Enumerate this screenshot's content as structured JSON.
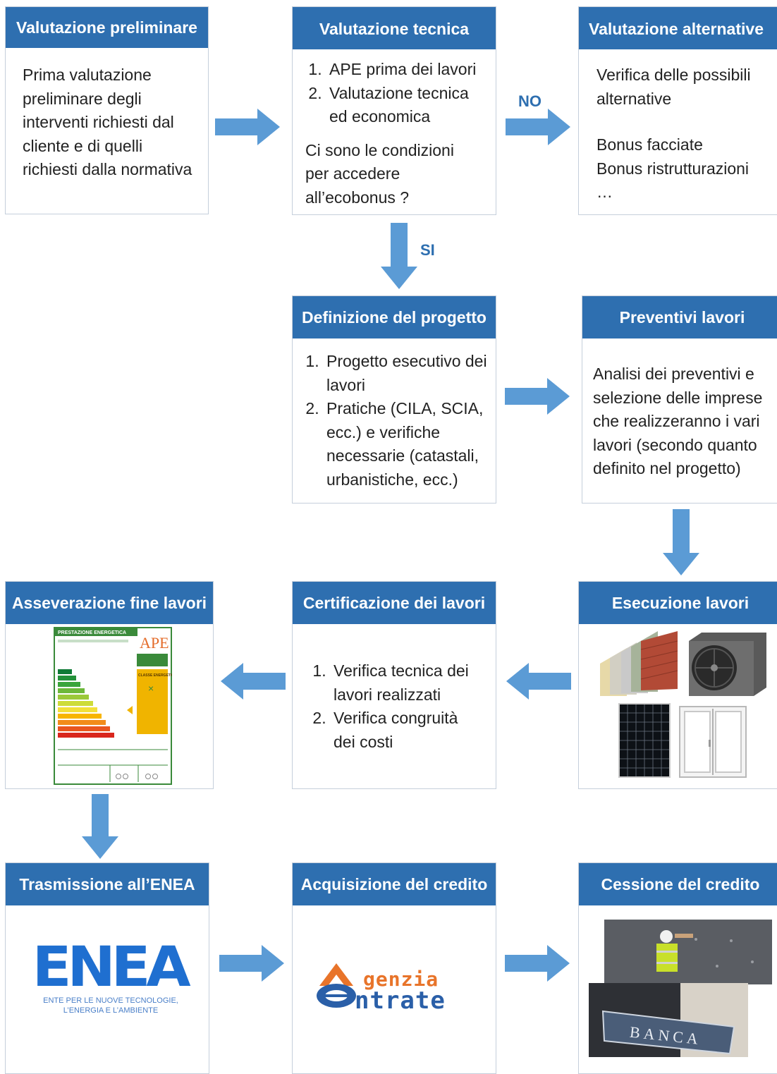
{
  "boxes": {
    "prelim": {
      "title": "Valutazione preliminare",
      "text": "Prima valutazione preliminare degli interventi richiesti dal cliente e di quelli richiesti dalla normativa"
    },
    "tecnica": {
      "title": "Valutazione tecnica",
      "items": [
        "APE prima dei lavori",
        "Valutazione tecnica ed economica"
      ],
      "question": "Ci sono le condizioni per accedere all’ecobonus ?"
    },
    "alternative": {
      "title": "Valutazione alternative",
      "text": "Verifica delle possibili alternative",
      "list": [
        "Bonus facciate",
        "Bonus ristrutturazioni",
        "…"
      ]
    },
    "progetto": {
      "title": "Definizione del progetto",
      "items": [
        "Progetto esecutivo dei lavori",
        "Pratiche (CILA, SCIA, ecc.) e verifiche necessarie (catastali, urbanistiche, ecc.)"
      ]
    },
    "preventivi": {
      "title": "Preventivi lavori",
      "text": "Analisi dei preventivi e selezione delle imprese che realizzeranno i vari lavori (secondo quanto definito nel progetto)"
    },
    "asseverazione": {
      "title": "Asseverazione fine lavori",
      "ape_header": "PRESTAZIONE ENERGETICA",
      "ape_logo": "APE",
      "ape_class": "CLASSE ENERGETICA"
    },
    "certificazione": {
      "title": "Certificazione dei lavori",
      "items": [
        "Verifica tecnica dei lavori realizzati",
        "Verifica congruità dei costi"
      ]
    },
    "esecuzione": {
      "title": "Esecuzione lavori"
    },
    "enea": {
      "title": "Trasmissione all’ENEA",
      "logo": "ENEA",
      "tagline1": "ENTE PER LE NUOVE TECNOLOGIE,",
      "tagline2": "L’ENERGIA E L’AMBIENTE"
    },
    "acquisizione": {
      "title": "Acquisizione del credito",
      "logo_line1": "genzia",
      "logo_line2": "ntrate"
    },
    "cessione": {
      "title": "Cessione del credito",
      "sign": "BANCA"
    }
  },
  "labels": {
    "no": "NO",
    "si": "SI"
  },
  "colors": {
    "header": "#2e6fb0",
    "arrow": "#5b9bd5",
    "label": "#2e6fb0"
  }
}
